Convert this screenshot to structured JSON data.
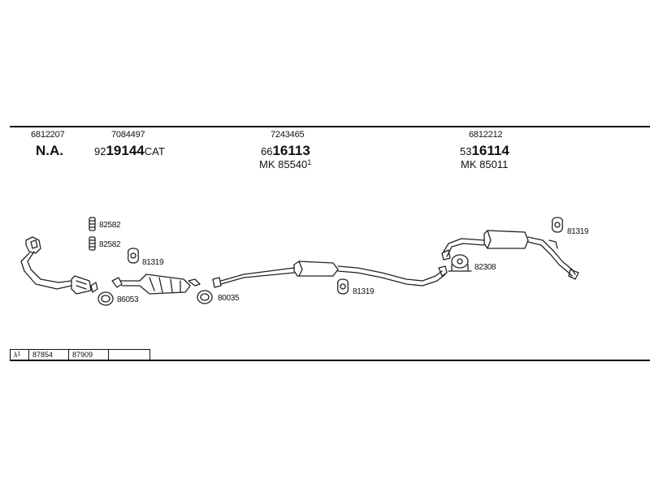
{
  "header": {
    "col1": {
      "ref": "6812207",
      "code": "N.A."
    },
    "col2": {
      "ref": "7084497",
      "prefix": "92",
      "code": "19144",
      "suffix": "CAT"
    },
    "col3": {
      "ref": "7243465",
      "prefix": "66",
      "code": "16113",
      "mk": "MK 85540",
      "sup": "1"
    },
    "col4": {
      "ref": "6812212",
      "prefix": "53",
      "code": "16114",
      "mk": "MK 85011"
    }
  },
  "parts": {
    "p1": "82582",
    "p2": "82582",
    "p3": "81319",
    "p4": "86053",
    "p5": "80035",
    "p6": "81319",
    "p7": "81319",
    "p8": "82308"
  },
  "footer": {
    "lambda": "λ",
    "lambda_sup": "1",
    "cell1": "87854",
    "cell2": "87909",
    "cell3": ""
  }
}
